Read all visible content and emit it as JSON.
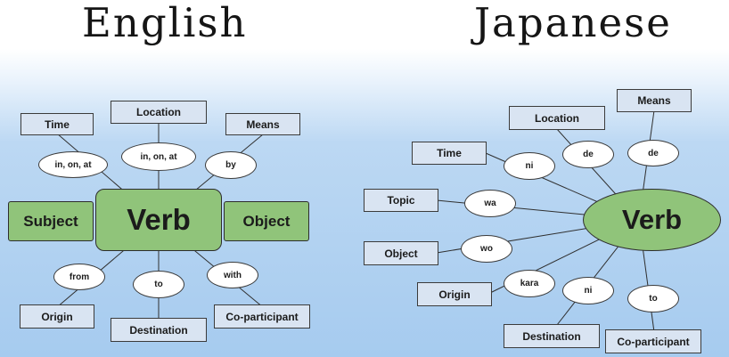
{
  "titles": {
    "english": "English",
    "japanese": "Japanese"
  },
  "english": {
    "verb": "Verb",
    "subject": "Subject",
    "object": "Object",
    "roles": {
      "time": "Time",
      "location": "Location",
      "means": "Means",
      "origin": "Origin",
      "destination": "Destination",
      "coparticipant": "Co-participant"
    },
    "particles": {
      "time": "in, on, at",
      "location": "in, on, at",
      "means": "by",
      "origin": "from",
      "destination": "to",
      "coparticipant": "with"
    }
  },
  "japanese": {
    "verb": "Verb",
    "roles": {
      "location": "Location",
      "means": "Means",
      "time": "Time",
      "topic": "Topic",
      "object": "Object",
      "origin": "Origin",
      "destination": "Destination",
      "coparticipant": "Co-participant"
    },
    "particles": {
      "location": "de",
      "means": "de",
      "time": "ni",
      "topic": "wa",
      "object": "wo",
      "origin": "kara",
      "destination": "ni",
      "coparticipant": "to"
    }
  }
}
